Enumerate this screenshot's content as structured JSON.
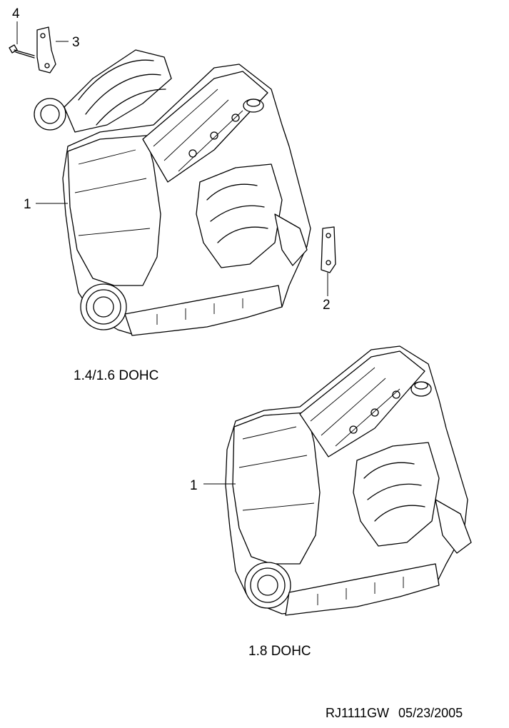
{
  "callouts": {
    "upper_1": "1",
    "upper_2": "2",
    "upper_3": "3",
    "upper_4": "4",
    "lower_1": "1"
  },
  "captions": {
    "upper_engine": "1.4/1.6 DOHC",
    "lower_engine": "1.8 DOHC"
  },
  "footer": {
    "drawing_code": "RJ1111GW",
    "date": "05/23/2005"
  }
}
